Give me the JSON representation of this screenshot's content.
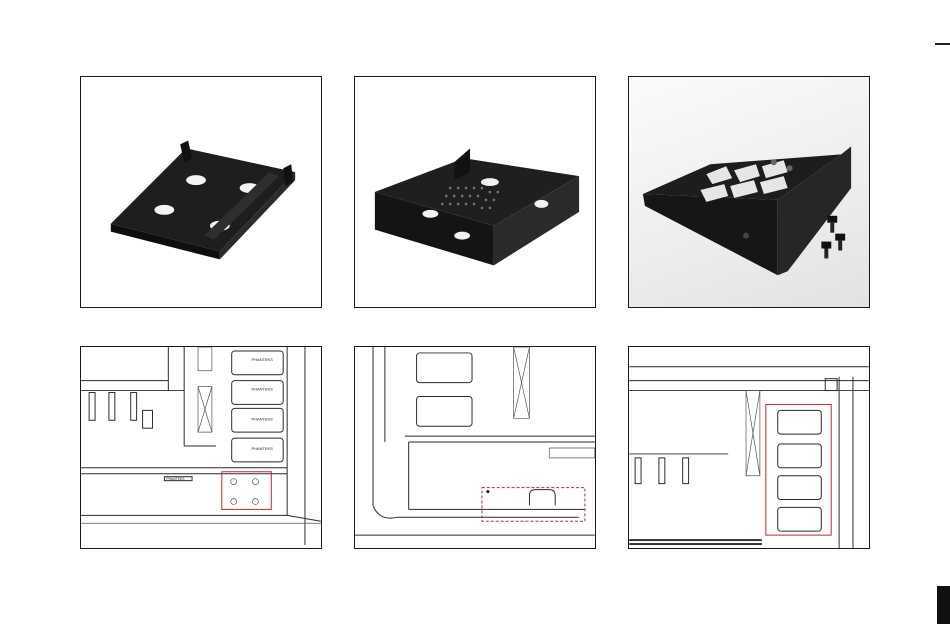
{
  "page": {
    "background": "#ffffff",
    "highlight_color": "#c0262d"
  },
  "photos": [
    {
      "id": "bracket-single-view"
    },
    {
      "id": "bracket-perforated-view"
    },
    {
      "id": "bracket-with-screws-view"
    }
  ],
  "diagrams": [
    {
      "id": "install-bottom-diagram",
      "brand_mark": "PHANTEKS"
    },
    {
      "id": "install-floor-diagram"
    },
    {
      "id": "install-drive-cage-diagram"
    }
  ]
}
